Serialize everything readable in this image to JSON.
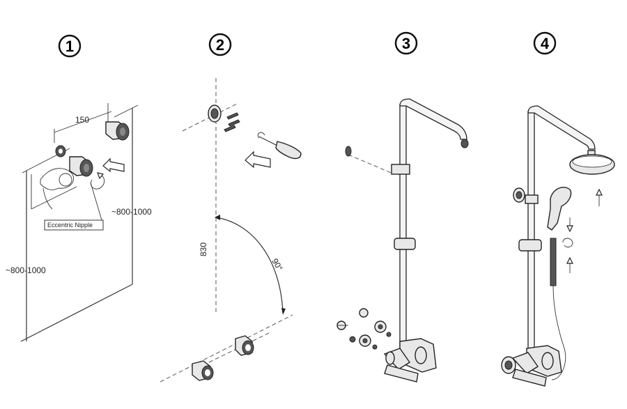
{
  "steps": [
    {
      "number": "1"
    },
    {
      "number": "2"
    },
    {
      "number": "3"
    },
    {
      "number": "4"
    }
  ],
  "step1": {
    "spacing_label": "150",
    "height_label_right": "~800-1000",
    "height_label_left": "~800-1000",
    "callout_label": "Eccentric Nipple"
  },
  "step2": {
    "height_label": "830",
    "angle_label": "90°"
  }
}
